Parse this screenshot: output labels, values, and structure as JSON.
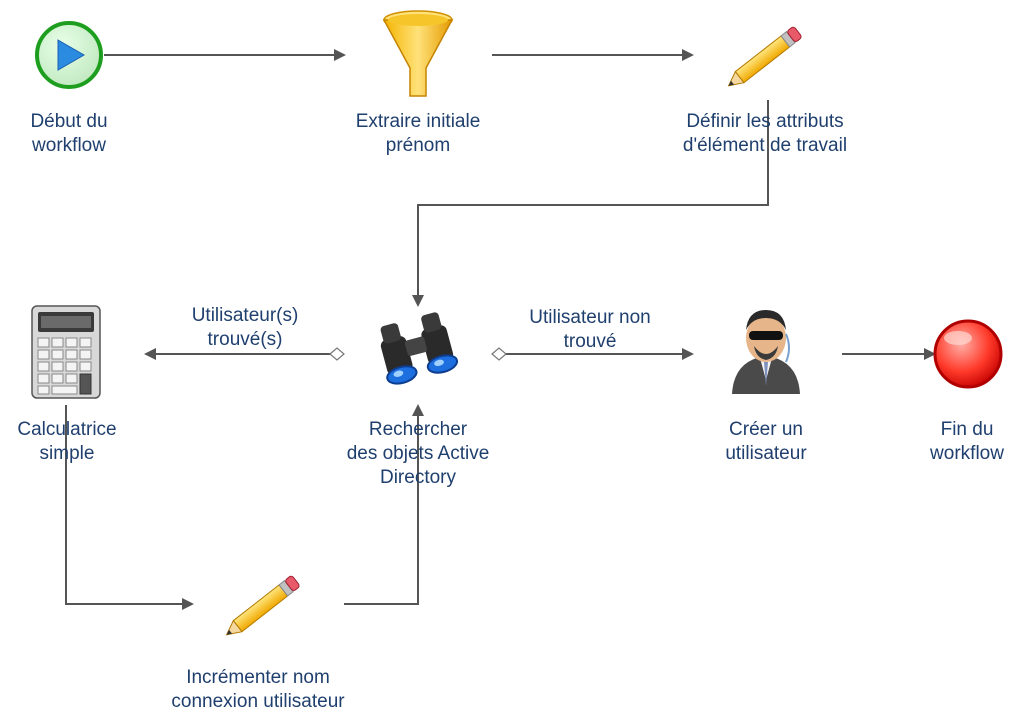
{
  "nodes": {
    "start": {
      "line1": "Début du",
      "line2": "workflow",
      "icon": "play-icon",
      "color": "#1e9e1e"
    },
    "extract": {
      "line1": "Extraire initiale",
      "line2": "prénom",
      "icon": "funnel-icon",
      "color": "#f2a900"
    },
    "define": {
      "line1": "Définir les attributs",
      "line2": "d'élément de travail",
      "icon": "pencil-icon"
    },
    "calc": {
      "line1": "Calculatrice",
      "line2": "simple",
      "icon": "calculator-icon"
    },
    "search": {
      "line1": "Rechercher",
      "line2": "des objets Active",
      "line3": "Directory",
      "icon": "binoculars-icon"
    },
    "create": {
      "line1": "Créer un",
      "line2": "utilisateur",
      "icon": "user-agent-icon"
    },
    "end": {
      "line1": "Fin du",
      "line2": "workflow",
      "icon": "stop-icon",
      "color": "#e02020"
    },
    "increment": {
      "line1": "Incrémenter nom",
      "line2": "connexion utilisateur",
      "icon": "pencil-icon"
    }
  },
  "edges": {
    "found": {
      "line1": "Utilisateur(s)",
      "line2": "trouvé(s)"
    },
    "not_found": {
      "line1": "Utilisateur non",
      "line2": "trouvé"
    }
  },
  "colors": {
    "text": "#1f3f6e",
    "connector": "#555555"
  }
}
